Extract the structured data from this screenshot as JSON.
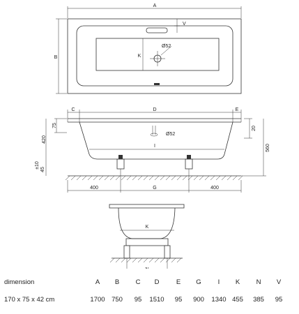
{
  "labels": {
    "A": "A",
    "B": "B",
    "V": "V",
    "K": "K",
    "phi": "Ø52",
    "C": "C",
    "D": "D",
    "E": "E",
    "d75": "75",
    "d20": "20",
    "d420": "420",
    "d560": "560",
    "tol": "±10",
    "d45": "45",
    "I": "I",
    "G": "G",
    "left": "400",
    "right": "400",
    "K2": "K",
    "N": "N"
  },
  "table": {
    "header": [
      "dimension",
      "A",
      "B",
      "C",
      "D",
      "E",
      "G",
      "I",
      "K",
      "N",
      "V"
    ],
    "row": [
      "170 x 75 x 42 cm",
      "1700",
      "750",
      "95",
      "1510",
      "95",
      "900",
      "1340",
      "455",
      "385",
      "95"
    ]
  }
}
